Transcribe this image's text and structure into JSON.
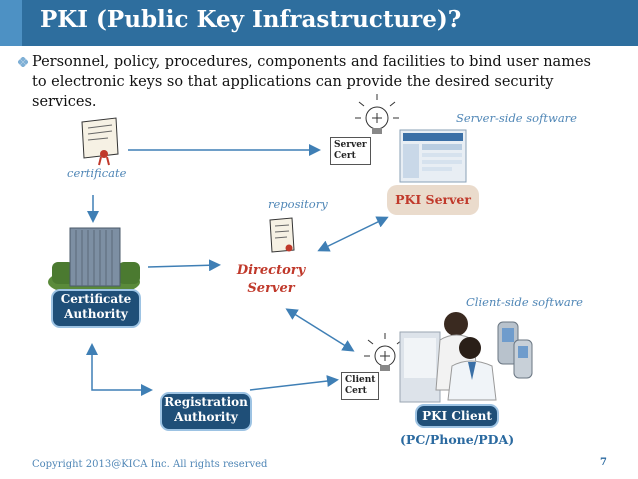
{
  "title": "PKI (Public Key Infrastructure)?",
  "bullet": "Personnel, policy, procedures, components and facilities to bind user names  to electronic keys so that applications can provide the desired security services.",
  "labels": {
    "server_side": "Server-side software",
    "certificate": "certificate",
    "repository": "repository",
    "client_side": "Client-side software",
    "pc_phone_pda": "(PC/Phone/PDA)"
  },
  "nodes": {
    "ca_line1": "Certificate",
    "ca_line2": "Authority",
    "directory_line1": "Directory",
    "directory_line2": "Server",
    "pki_server": "PKI Server",
    "ra_line1": "Registration",
    "ra_line2": "Authority",
    "pki_client": "PKI Client",
    "server_cert_line1": "Server",
    "server_cert_line2": "Cert",
    "client_cert_line1": "Client",
    "client_cert_line2": "Cert"
  },
  "footer": "Copyright 2013@KICA Inc. All rights reserved",
  "page_number": "7",
  "colors": {
    "title_bar": "#2e6e9e",
    "node_navy": "#1f4f78",
    "node_beige": "#eadbcc",
    "red_text": "#c0392b",
    "arrow": "#3f7fb5"
  }
}
